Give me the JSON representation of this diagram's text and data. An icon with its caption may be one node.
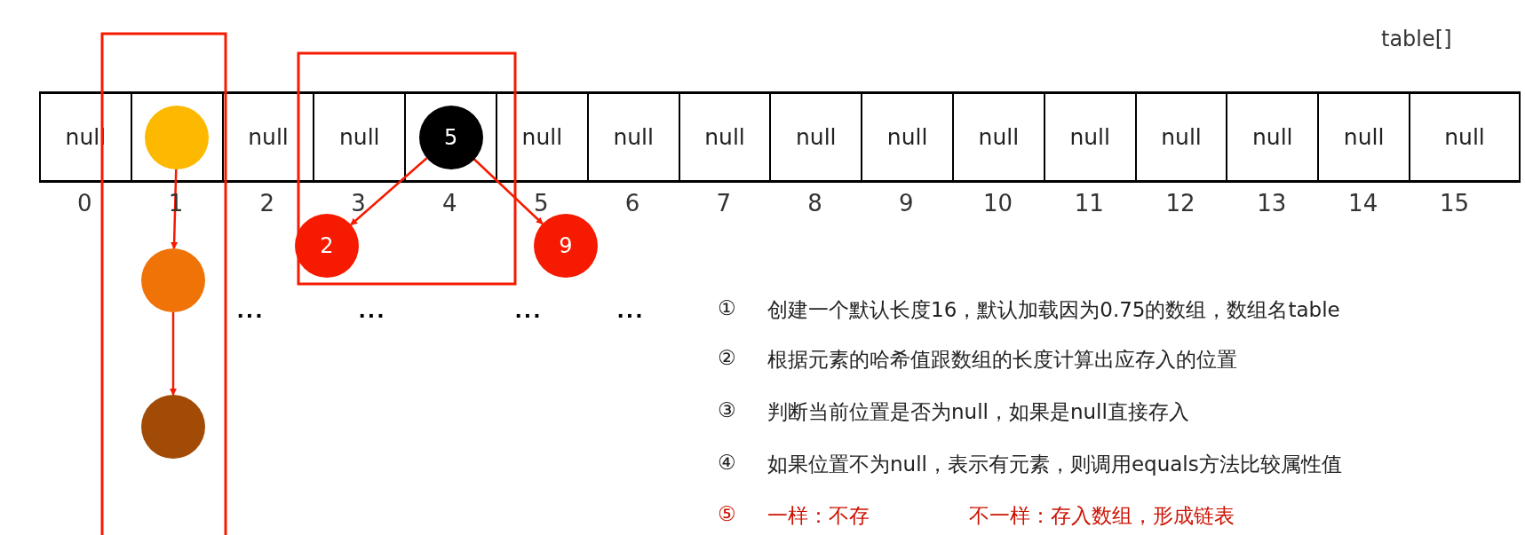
{
  "diagram": {
    "nodes": [
      {
        "text": [
          "null"
        ]
      },
      {
        "text": [],
        "shape": "box"
      },
      {
        "text": [
          "null"
        ]
      },
      {
        "text": [
          "null"
        ]
      },
      {
        "text": [],
        "shape": "box"
      },
      {
        "text": [
          "null"
        ]
      },
      {
        "text": [
          "null"
        ]
      },
      {
        "text": [
          "null"
        ]
      },
      {
        "text": [
          "null"
        ]
      },
      {
        "text": [
          "null"
        ]
      },
      {
        "text": [
          "null"
        ]
      },
      {
        "text": [
          "null"
        ]
      },
      {
        "text": [
          "null"
        ]
      },
      {
        "text": [
          "null"
        ]
      },
      {
        "text": [
          "null"
        ]
      },
      {
        "text": [
          "null"
        ]
      },
      {
        "text": [],
        "shape": "circle",
        "in": 1
      },
      {
        "text": [
          "5"
        ],
        "in": 4
      },
      {
        "text": [
          "2"
        ]
      },
      {
        "text": [
          "9"
        ]
      },
      {
        "text": [],
        "shape": "circle"
      },
      {
        "text": [],
        "shape": "circle"
      }
    ],
    "edges": [
      {
        "from": 16,
        "to": 20,
        "arrow": "to"
      },
      {
        "from": 20,
        "to": 21,
        "arrow": "to"
      },
      {
        "from": 17,
        "to": 18,
        "arrow": "to"
      },
      {
        "from": 17,
        "to": 19,
        "arrow": "to"
      }
    ],
    "labels": [
      "table[]",
      "0",
      "1",
      "2",
      "3",
      "4",
      "5",
      "6",
      "7",
      "8",
      "9",
      "10",
      "11",
      "12",
      "13",
      "14",
      "15",
      "...",
      "...",
      "...",
      "...",
      "①",
      "创建一个默认长度16，默认加载因为0.75的数组，数组名table",
      "②",
      "根据元素的哈希值跟数组的长度计算出应存入的位置",
      "③",
      "判断当前位置是否为null，如果是null直接存入",
      "④",
      "如果位置不为null，表示有元素，则调用equals方法比较属性值",
      "⑤",
      "一样：不存",
      "不一样：存入数组，形成链表"
    ]
  }
}
